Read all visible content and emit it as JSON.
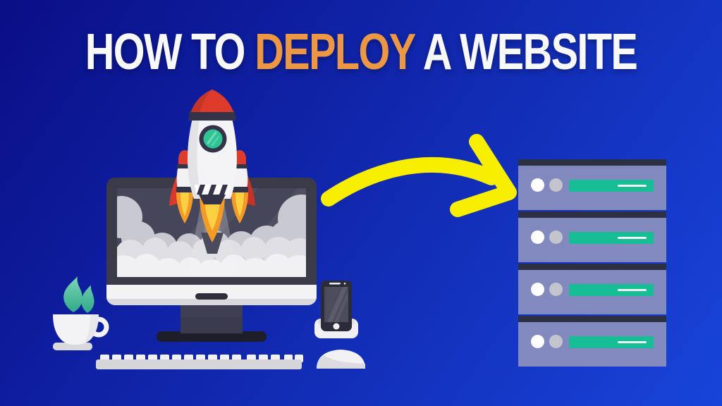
{
  "title": {
    "prefix": "HOW TO ",
    "highlight": "DEPLOY",
    "suffix": " A WEBSITE"
  },
  "palette": {
    "background_top_left": "#0a0e86",
    "background_bottom_right": "#1844da",
    "title_text": "#f8f8f8",
    "title_highlight": "#ec9743",
    "arrow_yellow": "#f8ee00",
    "rocket_red": "#df3b2d",
    "rocket_dark_navy": "#33344a",
    "rocket_window_teal": "#2fc494",
    "flame_orange": "#f49b27",
    "flame_yellow": "#fbd143",
    "monitor_bezel": "#3a3a48",
    "monitor_screen": "#46465a",
    "cloud_white": "#f1f1f4",
    "cloud_gray": "#c9c9d1",
    "steam_teal": "#2fa98a",
    "server_body": "#8289be",
    "server_strip": "#2d2f42",
    "server_bar_teal": "#17bd95",
    "server_light_on": "#ffffff",
    "server_light_off": "#c4c4cc"
  },
  "scene_objects": [
    "rocket-launching-from-monitor",
    "smoke-clouds-on-screen",
    "coffee-cup-with-steam",
    "keyboard",
    "smartphone-in-dock",
    "computer-mouse",
    "yellow-curved-arrow",
    "server-rack"
  ],
  "server_rack": {
    "unit_count": 4,
    "units": [
      {
        "light1": "#ffffff",
        "light2": "#c4c4cc",
        "bar": "#17bd95"
      },
      {
        "light1": "#ffffff",
        "light2": "#c4c4cc",
        "bar": "#17bd95"
      },
      {
        "light1": "#ffffff",
        "light2": "#c4c4cc",
        "bar": "#17bd95"
      },
      {
        "light1": "#ffffff",
        "light2": "#c4c4cc",
        "bar": "#17bd95"
      }
    ]
  }
}
